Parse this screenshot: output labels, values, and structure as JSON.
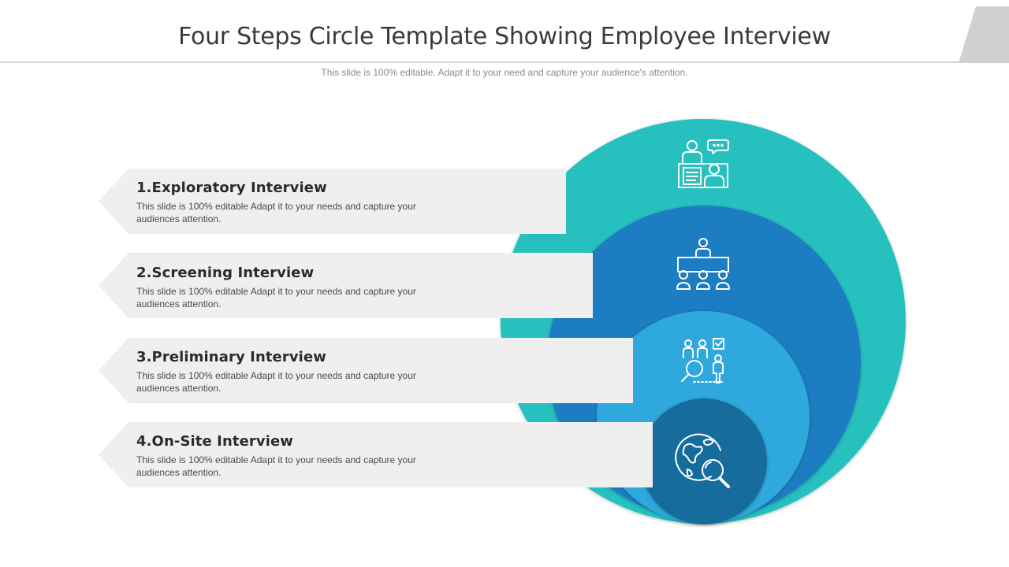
{
  "slide": {
    "title": "Four Steps Circle Template Showing Employee Interview",
    "subtitle": "This slide is 100% editable. Adapt it to your need and capture your audience's attention."
  },
  "steps": [
    {
      "heading": "1.Exploratory  Interview",
      "description": "This slide is 100% editable Adapt it to your needs and capture your audiences attention.",
      "icon": "interview-desk-icon",
      "color": "#26c1bf"
    },
    {
      "heading": "2.Screening  Interview",
      "description": "This slide is 100% editable Adapt it to your needs and capture your audiences attention.",
      "icon": "panel-meeting-icon",
      "color": "#1f7dc2"
    },
    {
      "heading": "3.Preliminary  Interview",
      "description": "This slide is 100% editable Adapt it to your needs and capture your audiences attention.",
      "icon": "candidate-search-icon",
      "color": "#2fa8dd"
    },
    {
      "heading": "4.On-Site  Interview",
      "description": "This slide is 100% editable Adapt it to your needs and capture your audiences attention.",
      "icon": "global-search-icon",
      "color": "#186c9c"
    }
  ]
}
